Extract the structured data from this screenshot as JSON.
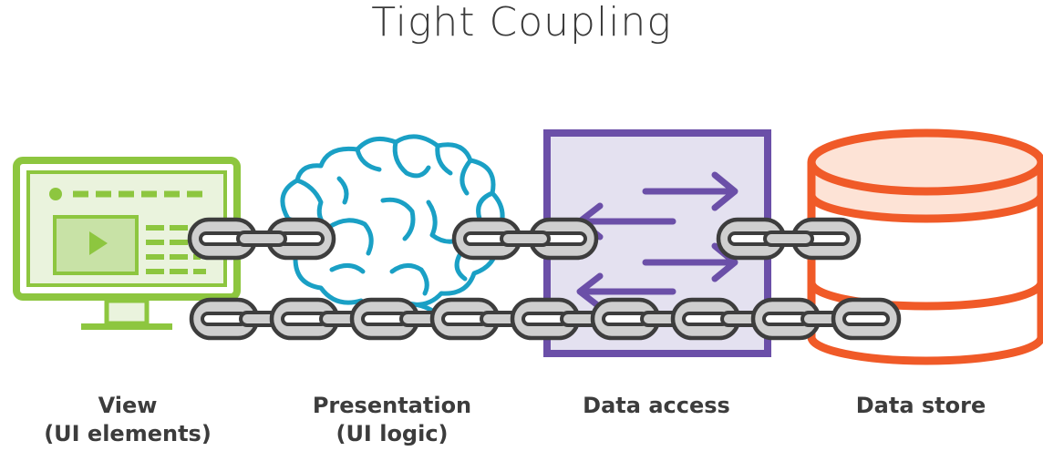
{
  "title": "Tight Coupling",
  "components": [
    {
      "id": "view",
      "icon": "monitor-icon",
      "color": "#8dc63f",
      "line1": "View",
      "line2": "(UI elements)"
    },
    {
      "id": "presentation",
      "icon": "brain-icon",
      "color": "#1aa0c5",
      "line1": "Presentation",
      "line2": "(UI logic)"
    },
    {
      "id": "data-access",
      "icon": "arrows-box-icon",
      "color": "#6b4fa8",
      "line1": "Data access",
      "line2": ""
    },
    {
      "id": "data-store",
      "icon": "database-icon",
      "color": "#f05a28",
      "line1": "Data store",
      "line2": ""
    }
  ],
  "chain_icon": "chain-link-icon",
  "chain_color": "#3d3d3d",
  "chain_fill": "#cfcfcf"
}
